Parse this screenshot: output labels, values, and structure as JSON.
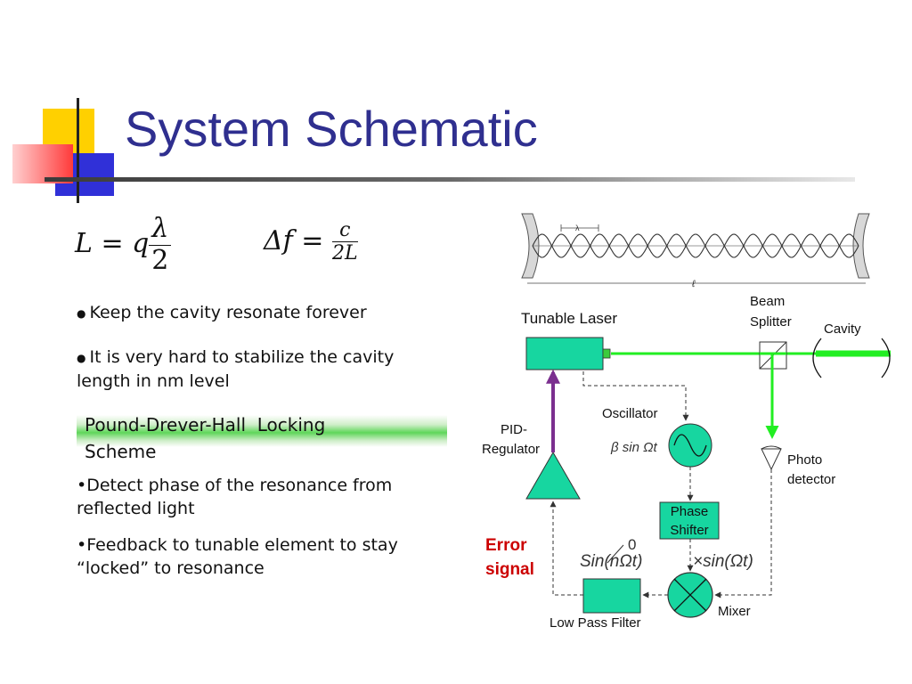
{
  "slide": {
    "title": "System Schematic",
    "equation1": {
      "lhs": "L = q",
      "num": "λ",
      "den": "2"
    },
    "equation2": {
      "lhs": "Δf =",
      "num": "c",
      "den": "2L"
    },
    "bullets_top": [
      "Keep the cavity resonate forever",
      "It is very hard to stabilize the cavity length in nm level"
    ],
    "pdh_heading_line1": "Pound-Drever-Hall  Locking",
    "pdh_heading_line2": "Scheme",
    "bullets_bottom": [
      "•Detect phase of the resonance from reflected light",
      "•Feedback to tunable element to stay “locked” to resonance"
    ]
  },
  "diagram": {
    "cavity_lambda": "λ",
    "cavity_length": "ℓ",
    "tunable_laser": "Tunable Laser",
    "beam_splitter_line1": "Beam",
    "beam_splitter_line2": "Splitter",
    "cavity": "Cavity",
    "oscillator": "Oscillator",
    "oscillator_expr": "β sin Ωt",
    "pid_line1": "PID-",
    "pid_line2": "Regulator",
    "photo_line1": "Photo",
    "photo_line2": "detector",
    "phase_line1": "Phase",
    "phase_line2": "Shifter",
    "error_line1": "Error",
    "error_line2": "signal",
    "sin_expr": "Sin(nΩt)",
    "zero": "0",
    "times_expr": "×sin(Ωt)",
    "low_pass_filter": "Low Pass Filter",
    "mixer": "Mixer"
  },
  "colors": {
    "title": "#2f2f8f",
    "box_fill": "#17d6a0",
    "beam": "#22ee22",
    "feedback": "#7b2f8f",
    "error": "#cc0000"
  }
}
